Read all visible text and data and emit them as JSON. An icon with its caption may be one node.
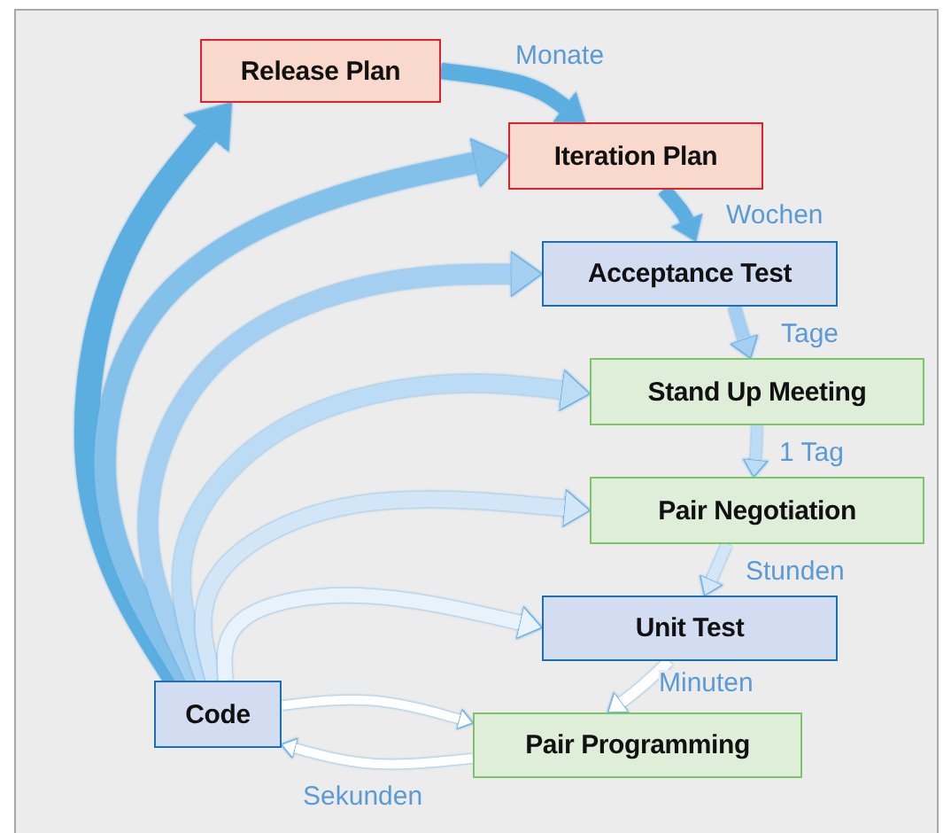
{
  "diagram": {
    "nodes": [
      {
        "text": [
          "Release Plan"
        ]
      },
      {
        "text": [
          "Iteration Plan"
        ]
      },
      {
        "text": [
          "Acceptance Test"
        ]
      },
      {
        "text": [
          "Stand Up Meeting"
        ]
      },
      {
        "text": [
          "Pair Negotiation"
        ]
      },
      {
        "text": [
          "Unit Test"
        ]
      },
      {
        "text": [
          "Pair Programming"
        ]
      },
      {
        "text": [
          "Code"
        ]
      }
    ],
    "edges": [
      {
        "from": 0,
        "to": 1,
        "arrow": "to",
        "label": "Monate",
        "color": "#5aaee0"
      },
      {
        "from": 1,
        "to": 2,
        "arrow": "to",
        "label": "Wochen",
        "color": "#5aaee0"
      },
      {
        "from": 2,
        "to": 3,
        "arrow": "to",
        "label": "Tage",
        "color": "#a5cff0"
      },
      {
        "from": 3,
        "to": 4,
        "arrow": "to",
        "label": "1 Tag",
        "color": "#bcdcf5"
      },
      {
        "from": 4,
        "to": 5,
        "arrow": "to",
        "label": "Stunden",
        "color": "#d2e6f8"
      },
      {
        "from": 5,
        "to": 6,
        "arrow": "to",
        "label": "Minuten",
        "color": "#ffffff"
      },
      {
        "from": 7,
        "to": 0,
        "arrow": "to",
        "color": "#5aaee0"
      },
      {
        "from": 7,
        "to": 1,
        "arrow": "to",
        "color": "#84c1ea"
      },
      {
        "from": 7,
        "to": 2,
        "arrow": "to",
        "color": "#a5cff0"
      },
      {
        "from": 7,
        "to": 3,
        "arrow": "to",
        "color": "#bcdcf5"
      },
      {
        "from": 7,
        "to": 4,
        "arrow": "to",
        "color": "#d2e6f8"
      },
      {
        "from": 7,
        "to": 5,
        "arrow": "to",
        "color": "#e8f2fb"
      },
      {
        "from": 7,
        "to": 6,
        "arrow": "to",
        "color": "#ffffff"
      },
      {
        "from": 6,
        "to": 7,
        "arrow": "to",
        "label": "Sekunden",
        "color": "#ffffff"
      }
    ]
  }
}
